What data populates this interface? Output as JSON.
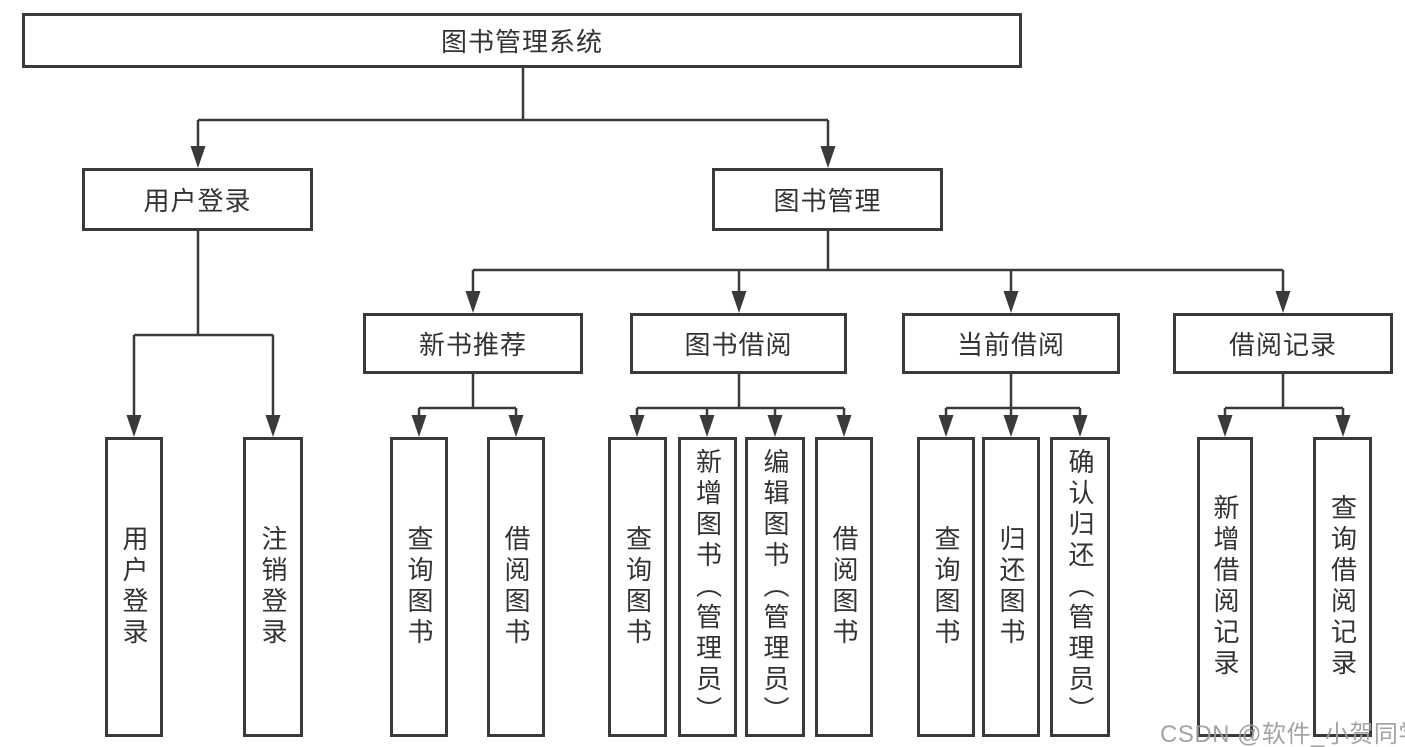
{
  "tree": {
    "root": {
      "label": "图书管理系统",
      "children": [
        {
          "label": "用户登录",
          "children": [
            {
              "label": "用户登录"
            },
            {
              "label": "注销登录"
            }
          ]
        },
        {
          "label": "图书管理",
          "children": [
            {
              "label": "新书推荐",
              "children": [
                {
                  "label": "查询图书"
                },
                {
                  "label": "借阅图书"
                }
              ]
            },
            {
              "label": "图书借阅",
              "children": [
                {
                  "label": "查询图书"
                },
                {
                  "label": "新增图书（管理员）"
                },
                {
                  "label": "编辑图书（管理员）"
                },
                {
                  "label": "借阅图书"
                }
              ]
            },
            {
              "label": "当前借阅",
              "children": [
                {
                  "label": "查询图书"
                },
                {
                  "label": "归还图书"
                },
                {
                  "label": "确认归还（管理员）"
                }
              ]
            },
            {
              "label": "借阅记录",
              "children": [
                {
                  "label": "新增借阅记录"
                },
                {
                  "label": "查询借阅记录"
                }
              ]
            }
          ]
        }
      ]
    }
  },
  "colors": {
    "line": "#3a3a3a",
    "text": "#333333",
    "background": "#ffffff",
    "watermark": "#9e9e9e"
  },
  "watermark": {
    "text": "CSDN @软件_小贺同学"
  }
}
